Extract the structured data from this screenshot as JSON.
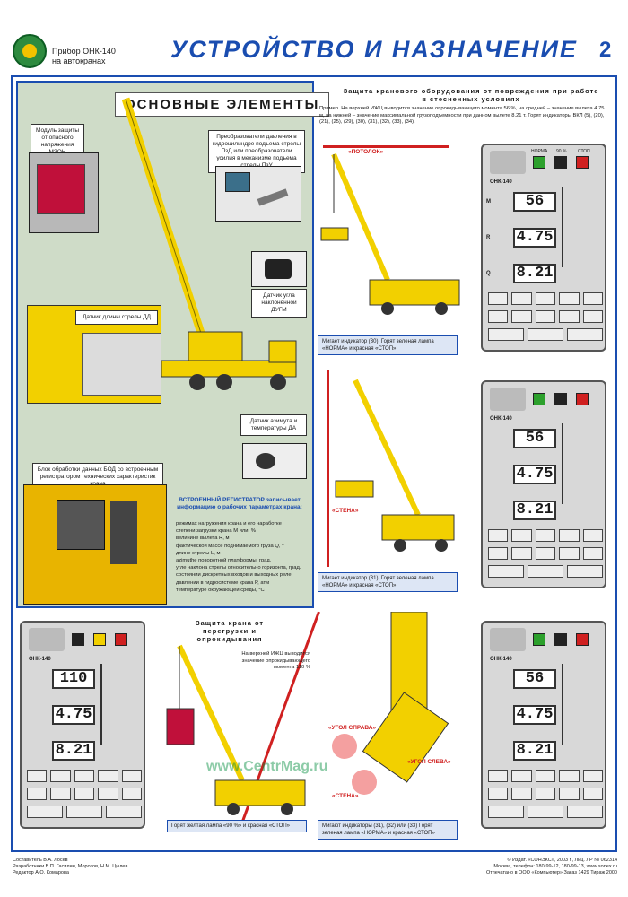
{
  "header": {
    "device": "Прибор ОНК-140",
    "device_sub": "на автокранах",
    "title": "УСТРОЙСТВО И НАЗНАЧЕНИЕ",
    "page": "2"
  },
  "main_elements": {
    "title": "ОСНОВНЫЕ ЭЛЕМЕНТЫ",
    "callouts": {
      "mzon": "Модуль защиты от опасного напряжения МЗОН",
      "pressure": "Преобразователи давления в гидроцилиндре подъема стрелы ПзД или преобразователи усилия в механизме подъема стрелы ПзУ",
      "angle_sensor": "Датчик угла наклонённой ДУГМ",
      "boom_sensor": "Датчик длины стрелы ДД",
      "azimuth_sensor": "Датчик азимута и температуры ДА",
      "bod": "Блок обработки данных БОД со встроенным регистратором технических характеристик крана"
    }
  },
  "registrator": {
    "title": "ВСТРОЕННЫЙ РЕГИСТРАТОР записывает информацию о рабочих параметрах крана:",
    "items": [
      "режимах нагружения крана и его наработке",
      "степени загрузки крана М или, %",
      "величине вылета R, м",
      "фактической массе поднимаемого груза Q, т",
      "длине стрелы L, м",
      "azimuthe поворотной платформы, град.",
      "угле наклона стрелы относительно горизонта, град.",
      "состоянии дискретных входов и выходных реле",
      "давлении в гидросистеме крана P, атм",
      "температуре окружающей среды, °С"
    ]
  },
  "confined": {
    "title": "Защита кранового оборудования от повреждения при работе в стесненных условиях",
    "example": "Пример. На верхней ИЖЦ выводится значение опрокидывающего момента 56 %, на средней – значение вылета 4.75 м, на нижней – значение максимальной грузоподъемности при данном вылете 8.21 т. Горят индикаторы ВКЛ (5), (20), (21), (25), (29), (30), (31), (32), (33), (34).",
    "label_ceiling": "«ПОТОЛОК»",
    "label_wall": "«СТЕНА»",
    "label_angle_right": "«УГОЛ СПРАВА»",
    "label_angle_left": "«УГОЛ СЛЕВА»",
    "label_wall2": "«СТЕНА»",
    "caption1": "Мигает индикатор (30). Горят зеленая лампа «НОРМА» и красная «СТОП»",
    "caption2": "Мигает индикатор (31). Горят зеленая лампа «НОРМА» и красная «СТОП»",
    "caption3": "Мигают индикаторы (31), (32) или (33) Горят зеленая лампа «НОРМА» и красная «СТОП»"
  },
  "overload": {
    "title": "Защита крана от перегрузки и опрокидывания",
    "note": "На верхней ИЖЦ выводится значение опрокидывающего момента 110 %",
    "caption": "Горят желтая лампа «90 %» и красная «СТОП»"
  },
  "indicators": [
    {
      "name": "ОНК-140",
      "m": "56",
      "r": "4.75",
      "q": "8.21"
    },
    {
      "name": "ОНК-140",
      "m": "56",
      "r": "4.75",
      "q": "8.21"
    },
    {
      "name": "ОНК-140",
      "m": "110",
      "r": "4.75",
      "q": "8.21"
    },
    {
      "name": "ОНК-140",
      "m": "56",
      "r": "4.75",
      "q": "8.21"
    }
  ],
  "lamp_labels": {
    "norm": "НОРМА",
    "p90": "90 %",
    "stop": "СТОП"
  },
  "watermark": "www.CentrMag.ru",
  "footer": {
    "left": "Составитель В.А. Лосев\nРазработчики В.П. Гасилин, Морозов, Н.М. Цылев\nРедактор А.О. Комарова",
    "right": "© Издат. «СОНЭКС», 2003 г., Лиц. ЛР № 062314\nМосква, телефон: 180-99-12, 180-99-13, www.sonex.ru\nОтпечатано в ООО «Компьютер» Заказ 1429 Тираж 2000"
  },
  "colors": {
    "blue": "#1a4db0",
    "crane_yellow": "#f0d000",
    "panel_green": "#cfdcc8",
    "red": "#d02020"
  }
}
